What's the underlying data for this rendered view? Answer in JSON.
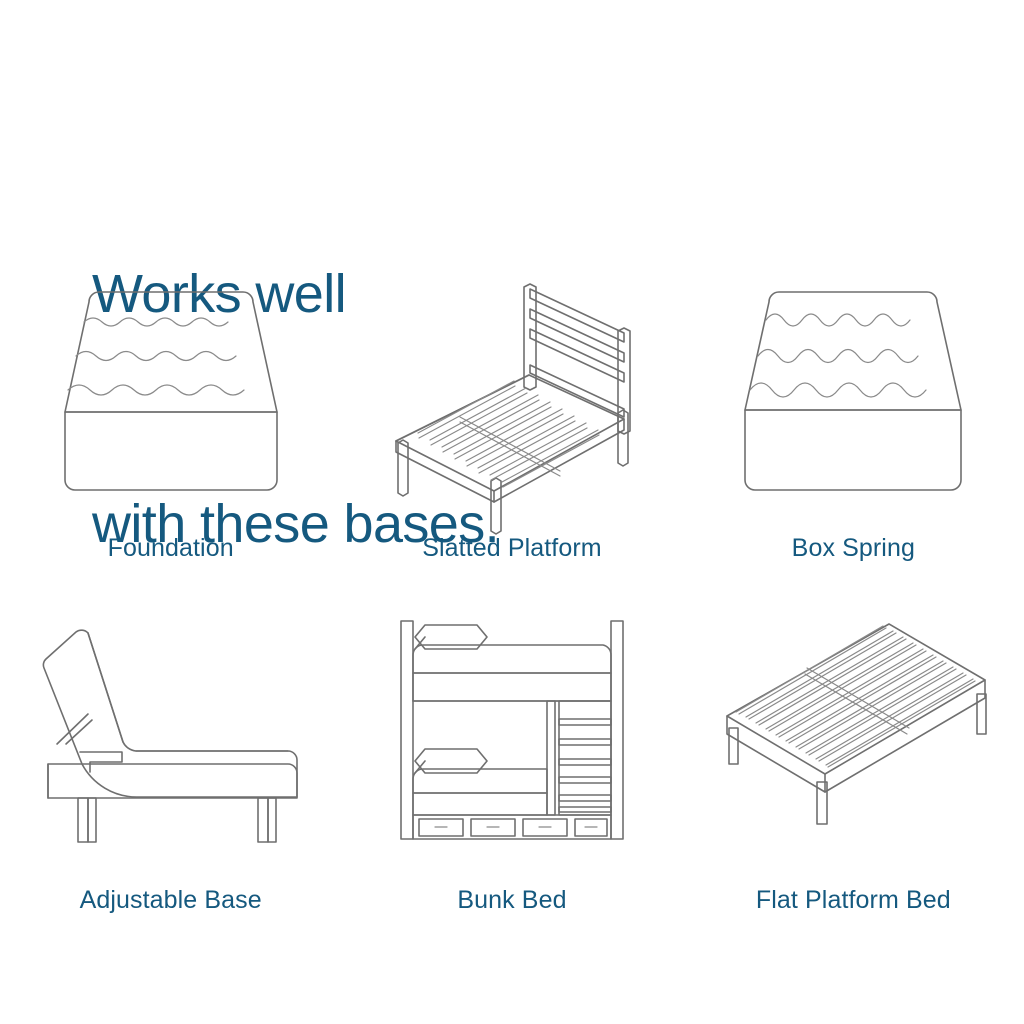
{
  "headline": {
    "line1": "Works well",
    "line2": "with these bases."
  },
  "colors": {
    "brand_blue": "#15597f",
    "line_gray": "#6f6f6f",
    "background": "#ffffff"
  },
  "bases": [
    {
      "label": "Foundation",
      "icon": "foundation-illustration"
    },
    {
      "label": "Slatted Platform",
      "icon": "slatted-platform-illustration"
    },
    {
      "label": "Box Spring",
      "icon": "box-spring-illustration"
    },
    {
      "label": "Adjustable Base",
      "icon": "adjustable-base-illustration"
    },
    {
      "label": "Bunk Bed",
      "icon": "bunk-bed-illustration"
    },
    {
      "label": "Flat Platform Bed",
      "icon": "flat-platform-bed-illustration"
    }
  ]
}
